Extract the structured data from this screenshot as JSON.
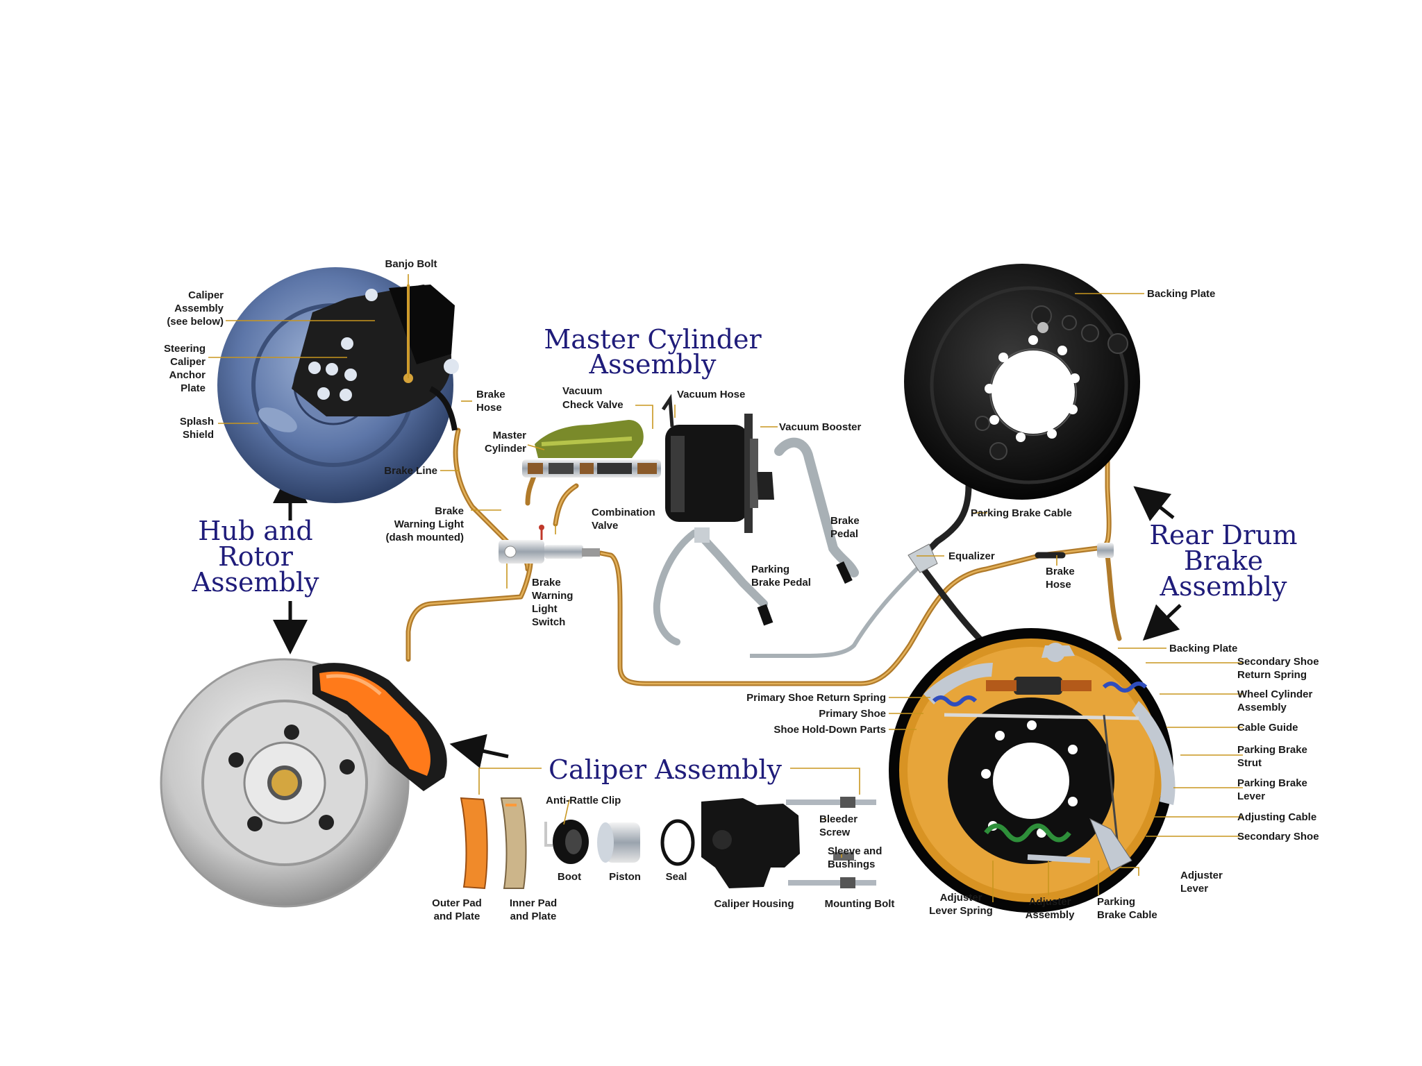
{
  "titles": {
    "master": [
      "Master Cylinder",
      "Assembly"
    ],
    "hub": [
      "Hub and",
      "Rotor",
      "Assembly"
    ],
    "rear": [
      "Rear Drum",
      "Brake",
      "Assembly"
    ],
    "caliper": "Caliper Assembly"
  },
  "labels": {
    "banjo_bolt": [
      "Banjo Bolt"
    ],
    "caliper_assembly": [
      "Caliper",
      "Assembly",
      "(see below)"
    ],
    "steering_caliper": [
      "Steering",
      "Caliper",
      "Anchor",
      "Plate"
    ],
    "splash_shield": [
      "Splash",
      "Shield"
    ],
    "brake_hose_front": [
      "Brake",
      "Hose"
    ],
    "brake_line": [
      "Brake Line"
    ],
    "vacuum_check_valve": [
      "Vacuum",
      "Check Valve"
    ],
    "vacuum_hose": [
      "Vacuum Hose"
    ],
    "master_cylinder": [
      "Master",
      "Cylinder"
    ],
    "vacuum_booster": [
      "Vacuum Booster"
    ],
    "brake_warning_light": [
      "Brake",
      "Warning Light",
      "(dash mounted)"
    ],
    "combination_valve": [
      "Combination",
      "Valve"
    ],
    "brake_warning_switch": [
      "Brake",
      "Warning",
      "Light",
      "Switch"
    ],
    "brake_pedal": [
      "Brake",
      "Pedal"
    ],
    "parking_brake_pedal": [
      "Parking",
      "Brake Pedal"
    ],
    "backing_plate_top": [
      "Backing Plate"
    ],
    "parking_brake_cable_top": [
      "Parking Brake Cable"
    ],
    "equalizer": [
      "Equalizer"
    ],
    "brake_hose_rear": [
      "Brake",
      "Hose"
    ],
    "backing_plate_drum": [
      "Backing Plate"
    ],
    "secondary_shoe_return_spring": [
      "Secondary Shoe",
      "Return Spring"
    ],
    "wheel_cylinder_assembly": [
      "Wheel Cylinder",
      "Assembly"
    ],
    "cable_guide": [
      "Cable Guide"
    ],
    "parking_brake_strut": [
      "Parking Brake",
      "Strut"
    ],
    "parking_brake_lever": [
      "Parking Brake",
      "Lever"
    ],
    "adjusting_cable": [
      "Adjusting Cable"
    ],
    "secondary_shoe": [
      "Secondary Shoe"
    ],
    "adjuster_lever": [
      "Adjuster",
      "Lever"
    ],
    "primary_shoe_return_spring": [
      "Primary Shoe Return Spring"
    ],
    "primary_shoe": [
      "Primary Shoe"
    ],
    "shoe_hold_down_parts": [
      "Shoe Hold-Down Parts"
    ],
    "anti_rattle_clip": [
      "Anti-Rattle Clip"
    ],
    "boot": [
      "Boot"
    ],
    "piston": [
      "Piston"
    ],
    "seal": [
      "Seal"
    ],
    "outer_pad": [
      "Outer Pad",
      "and Plate"
    ],
    "inner_pad": [
      "Inner Pad",
      "and Plate"
    ],
    "bleeder_screw": [
      "Bleeder",
      "Screw"
    ],
    "sleeve_bushings": [
      "Sleeve and",
      "Bushings"
    ],
    "caliper_housing": [
      "Caliper Housing"
    ],
    "mounting_bolt": [
      "Mounting Bolt"
    ],
    "adjuster_lever_spring": [
      "Adjuster",
      "Lever Spring"
    ],
    "adjuster_assembly": [
      "Adjuster",
      "Assembly"
    ],
    "parking_brake_cable_bottom": [
      "Parking",
      "Brake Cable"
    ]
  }
}
